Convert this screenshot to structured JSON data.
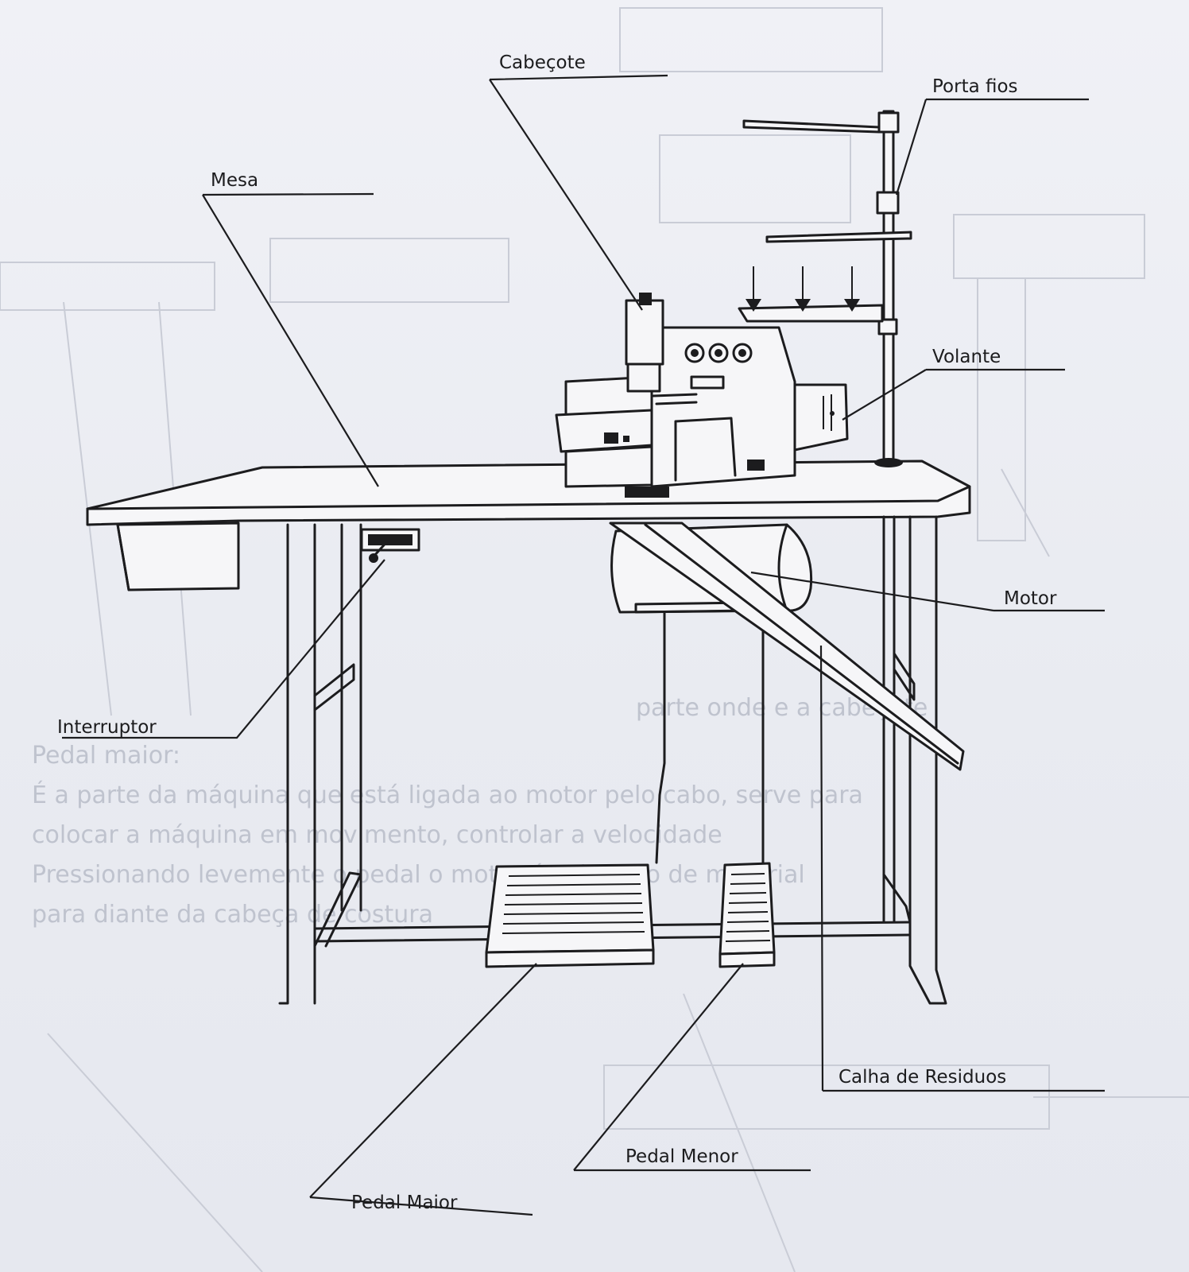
{
  "labels": {
    "cabecote": "Cabeçote",
    "porta_fios": "Porta fios",
    "mesa": "Mesa",
    "volante": "Volante",
    "motor": "Motor",
    "interruptor": "Interruptor",
    "calha": "Calha de Residuos",
    "pedal_menor": "Pedal Menor",
    "pedal_maior": "Pedal Maior"
  },
  "colors": {
    "ink": "#1c1c1e",
    "paper": "#eceef3",
    "bleed_through": "#c9ccd6"
  }
}
